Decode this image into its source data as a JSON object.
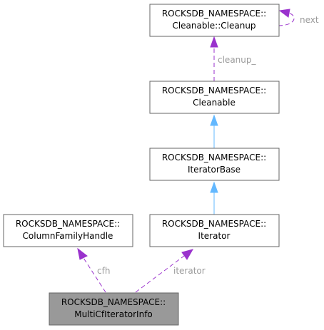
{
  "nodes": {
    "cleanup": {
      "line1": "ROCKSDB_NAMESPACE::",
      "line2": "Cleanable::Cleanup"
    },
    "cleanable": {
      "line1": "ROCKSDB_NAMESPACE::",
      "line2": "Cleanable"
    },
    "iterator_base": {
      "line1": "ROCKSDB_NAMESPACE::",
      "line2": "IteratorBase"
    },
    "iterator": {
      "line1": "ROCKSDB_NAMESPACE::",
      "line2": "Iterator"
    },
    "column_family_handle": {
      "line1": "ROCKSDB_NAMESPACE::",
      "line2": "ColumnFamilyHandle"
    },
    "multi_cf_iterator_info": {
      "line1": "ROCKSDB_NAMESPACE::",
      "line2": "MultiCfIteratorInfo"
    }
  },
  "edges": {
    "next": "next",
    "cleanup": "cleanup_",
    "cfh": "cfh",
    "iterator": "iterator"
  },
  "colors": {
    "inheritance": "#63b8ff",
    "usage": "#9a32cd",
    "focus_fill": "#999999",
    "box_border": "#666666",
    "edge_label": "#9a9a9a"
  }
}
